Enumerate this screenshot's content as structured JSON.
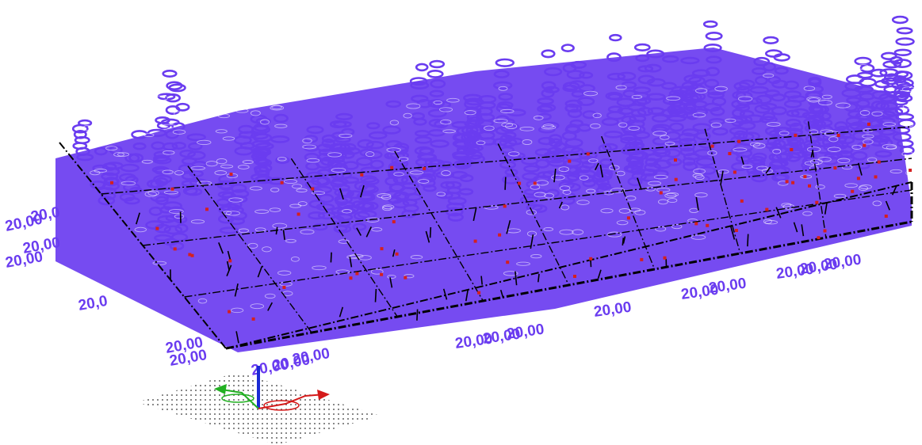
{
  "viewport": {
    "background": "#ffffff",
    "mesh_color": "#6a3cf0",
    "frame_color": "#000000",
    "node_color": "#d42020",
    "axes": {
      "x_color": "#d41a1a",
      "y_color": "#22b022",
      "z_color": "#1a2ad4",
      "icon": "triad-axes-icon"
    }
  },
  "visible_labels": [
    "20,00",
    "20,00",
    "20,0",
    "20,00",
    "20,00",
    "20,00",
    "20,00",
    "20,00",
    "20,00",
    "20,00",
    "20,00",
    "20,00",
    "20,00",
    "20,00",
    "20,00",
    "20,00",
    "20,00",
    "20,0",
    "20,00"
  ]
}
